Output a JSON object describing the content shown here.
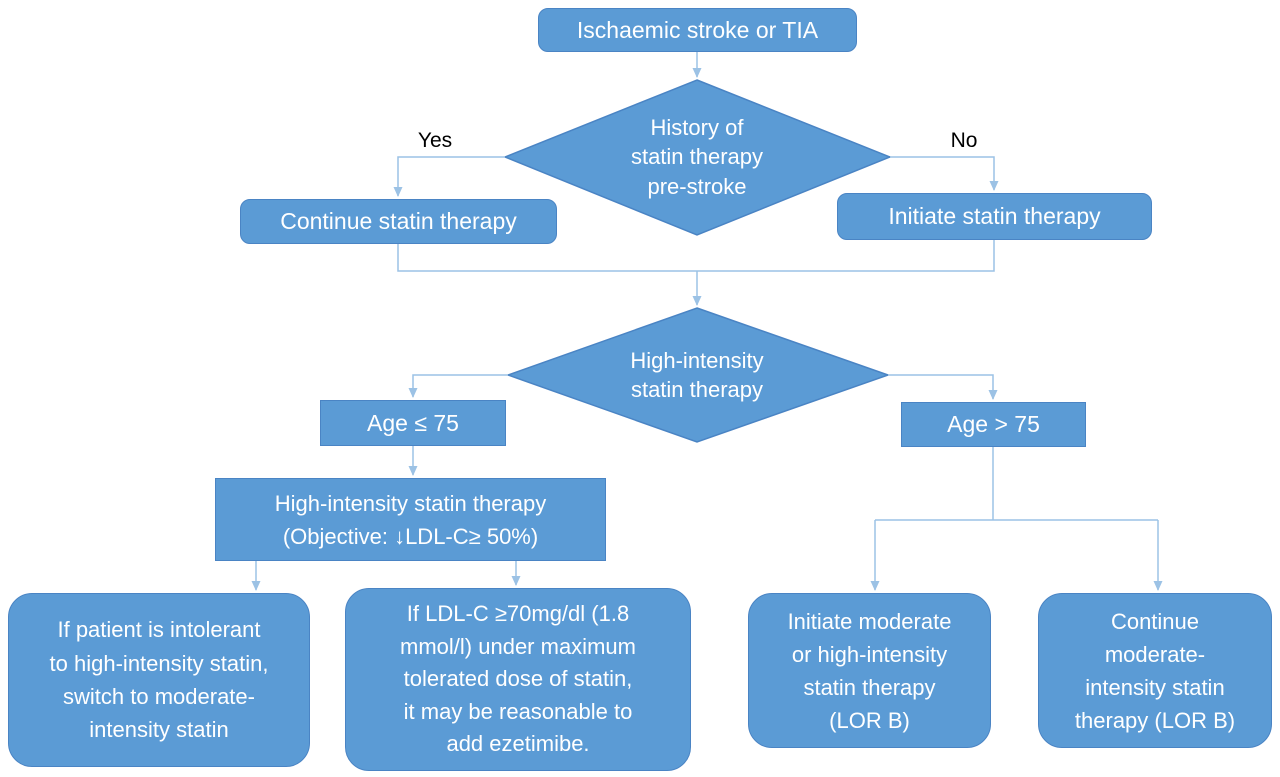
{
  "colors": {
    "node_fill": "#5B9BD5",
    "node_border": "#4A84C4",
    "node_text": "#FFFFFF",
    "connector": "#9CC2E5",
    "branch_label_text": "#000000",
    "background": "#FFFFFF"
  },
  "labels": {
    "yes": "Yes",
    "no": "No"
  },
  "nodes": {
    "start": "Ischaemic stroke or TIA",
    "history_decision": "History of\nstatin therapy\npre-stroke",
    "continue_statin": "Continue statin therapy",
    "initiate_statin": "Initiate statin therapy",
    "intensity_decision": "High-intensity\nstatin therapy",
    "age_le_75": "Age ≤ 75",
    "age_gt_75": "Age > 75",
    "objective": "High-intensity statin therapy\n(Objective: ↓LDL-C≥ 50%)",
    "intolerant": "If patient is intolerant\nto high-intensity statin,\nswitch to moderate-\nintensity statin",
    "ezetimibe": "If LDL-C ≥70mg/dl (1.8\nmmol/l) under maximum\ntolerated dose of statin,\nit may be reasonable to\nadd ezetimibe.",
    "initiate_moderate": "Initiate moderate\nor high-intensity\nstatin therapy\n(LOR B)",
    "continue_moderate": "Continue\nmoderate-\nintensity statin\ntherapy (LOR B)"
  }
}
